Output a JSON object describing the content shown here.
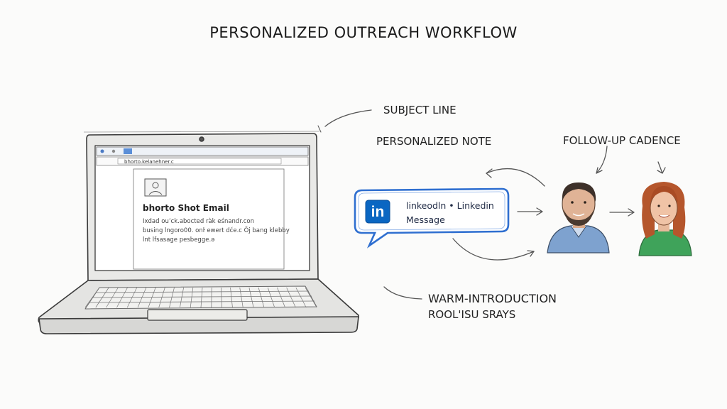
{
  "title": "PERSONALIZED OUTREACH WORKFLOW",
  "labels": {
    "subject_line": "SUBJECT LINE",
    "personalized_note": "PERSONALIZED NOTE",
    "follow_up": "FOLLOW-UP CADENCE",
    "warm_intro_1": "WARM-INTRODUCTION",
    "warm_intro_2": "RООL'ISU SRAYS"
  },
  "browser": {
    "url": "bhorto.kelanehner.c",
    "email_heading": "bhorto Shot Email",
    "lines": [
      "Ixdad ou’ck.abocted ràk eśnandr.con",
      "busing lngoro00. onŀ ewert dće.c Õj bang klebby",
      "lnt lfsasage pesbegge.ə"
    ]
  },
  "linkedin": {
    "logo": "in",
    "line1": "linkeodln • Linkedin",
    "line2": "Message"
  },
  "colors": {
    "linkedin_blue": "#0a66c2",
    "bubble_border": "#2f6fd0",
    "sketch_ink": "#3a3a3a"
  }
}
